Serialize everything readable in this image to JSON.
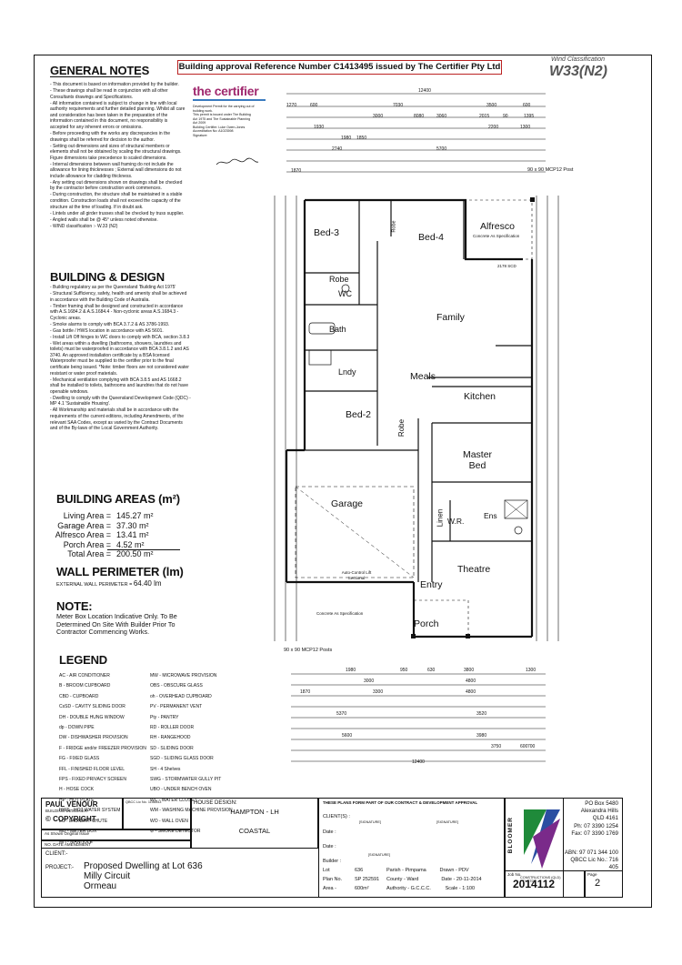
{
  "header": {
    "approval_banner": "Building approval Reference Number C1413495 issued by The Certifier Pty Ltd",
    "wind_label": "Wind Classification",
    "wind_value": "W33(N2)"
  },
  "certifier": {
    "logo": "the certifier",
    "lines": [
      "Development Permit for the carrying out of",
      "building work.",
      "This permit is issued under The Building",
      "Act 1975 and The Sustainable Planning",
      "Act 2009",
      "Building Certifier: Luke Owen-Jones",
      "Accreditation No: A1023598",
      "Signature:"
    ]
  },
  "general_notes": {
    "title": "GENERAL NOTES",
    "items": [
      "- This document is based on information provided by the builder.",
      "- These drawings shall be read in conjunction with all other Consultants drawings and Specifications.",
      "- All information contained is subject to change in line with local authority requirements and further detailed planning. Whilst all care and consideration has been taken in the preparation of the information contained in this document, no responsibility is accepted for any inherent errors or omissions.",
      "- Before proceeding with the works any discrepancies in the drawings shall be referred for decision to the author.",
      "- Setting out dimensions and sizes of structural members or elements shall not be obtained by scaling the structural drawings. Figure dimensions take precedence to scaled dimensions.",
      "- Internal dimensions between wall framing do not include the allowance for lining thicknesses ; External wall dimensions do not include allowance for cladding thickness.",
      "- Any setting out dimensions shown on drawings shall be checked by the contractor before construction work commences.",
      "- During construction, the structure shall be maintained in a stable condition. Construction loads shall not exceed the capacity of the structure at the time of loading. If in doubt ask.",
      "- Lintels under all girder trusses shall be checked by truss supplier.",
      "- Angled walls shall be @ 45° unless noted otherwise.",
      "- WIND classification :- W.33 (N2)"
    ]
  },
  "building_design": {
    "title": "BUILDING & DESIGN",
    "items": [
      "- Building regulatory as per the Queensland 'Building Act 1975'",
      "- Structural Sufficiency, safety, health and amenity shall be achieved in accordance with the Building Code of Australia.",
      "- Timber framing shall be designed and constructed in accordance with A.S.1684.2 & A.S.1684.4 - Non-cyclonic areas A.S.1684.3 - Cyclonic areas.",
      "- Smoke alarms to comply with BCA 3.7.2 & AS 3786-1993.",
      "- Gas bottle / HWS location in accordance with AS 5601.",
      "- Install Lift Off hinges to WC doors to comply with BCA, section 3.8.3",
      "- Wet areas within a dwelling (bathrooms, showers, laundries and toilets) must be waterproofed in accordance with BCA 3.8.1.2 and AS 3740. An approved installation certificate by a BSA licensed Waterproofer must be supplied to the certifier prior to the final certificate being issued. *Note: timber floors are not considered water resistant or water proof materials.",
      "- Mechanical ventilation complying with BCA 3.8.5 and AS 1668.2 shall be installed to toilets, bathrooms and laundries that do not have openable windows.",
      "- Dwelling to comply with the Queensland Development Code (QDC) - MP 4.1 'Sustainable Housing'.",
      "- All Workmanship and materials shall be in accordance with the requirements of the current editions, including Amendments, of the relevant SAA Codes, except as varied by the Contract Documents and of the By-laws of the Local Government Authority."
    ]
  },
  "building_areas": {
    "title": "BUILDING AREAS (m²)",
    "rows": [
      {
        "label": "Living Area =",
        "value": "145.27 m²"
      },
      {
        "label": "Garage Area =",
        "value": "37.30 m²"
      },
      {
        "label": "Alfresco Area =",
        "value": "13.41 m²"
      },
      {
        "label": "Porch Area =",
        "value": "4.52 m²"
      }
    ],
    "total_label": "Total Area =",
    "total_value": "200.50 m²"
  },
  "wall_perimeter": {
    "title": "WALL PERIMETER (lm)",
    "label": "EXTERNAL WALL PERIMETER =",
    "value": "64.40 lm"
  },
  "note": {
    "title": "NOTE:",
    "text": "Meter Box Location Indicative Only. To Be Determined On Site With Builder Prior To Contractor Commencing Works."
  },
  "legend": {
    "title": "LEGEND",
    "col1": [
      "AC - AIR CONDITIONER",
      "B - BROOM CUPBOARD",
      "CBD - CUPBOARD",
      "CsSD - CAVITY SLIDING DOOR",
      "DH - DOUBLE HUNG WINDOW",
      "dp - DOWN PIPE",
      "DW - DISHWASHER PROVISION",
      "F - FRIDGE and/or FREEZER PROVISION",
      "FG - FIXED GLASS",
      "FFL - FINISHED FLOOR LEVEL",
      "FPS - FIXED PRIVACY SCREEN",
      "H - HOSE COCK",
      "HP - HOT PLATE",
      "HWS - HOT WATER SYSTEM",
      "LC - LAUNDRY CHUTE",
      "MB - METER BOX",
      "MH - MANHOLE"
    ],
    "col2": [
      "MW - MICROWAVE PROVISION",
      "OBS - OBSCURE GLASS",
      "oh - OVERHEAD CUPBOARD",
      "PV - PERMANENT VENT",
      "Pty - PANTRY",
      "RD - ROLLER DOOR",
      "RH - RANGEHOOD",
      "SD - SLIDING DOOR",
      "SGD - SLIDING GLASS DOOR",
      "SH - 4 Shelves",
      "SWG - STORMWATER GULLY PIT",
      "UBO - UNDER BENCH OVEN",
      "WC - WATER CLOSET",
      "WM - WASHING MACHINE PROVISION",
      "WO - WALL OVEN",
      "⊘ - SMOKE DETECTOR"
    ]
  },
  "plan": {
    "rooms": {
      "bed3": "Bed-3",
      "bed4": "Bed-4",
      "robe_a": "Robe",
      "robe_b": "Robe",
      "robe_c": "Robe",
      "wc": "WC",
      "bath": "Bath",
      "lndy": "Lndy",
      "family": "Family",
      "meals": "Meals",
      "kitchen": "Kitchen",
      "bed2": "Bed-2",
      "master": "Master Bed",
      "garage": "Garage",
      "linen": "Linen",
      "wr": "W.R.",
      "ens": "Ens",
      "theatre": "Theatre",
      "entry": "Entry",
      "porch": "Porch",
      "alfresco": "Alfresco",
      "alfresco_note": "Concrete As Specification",
      "garage_note": "Concrete As Specification",
      "auto_control": "Auto-Control Lift Sectional",
      "post_top": "90 x 90 MCP12 Post",
      "post_bottom": "90 x 90 MCP12 Posts",
      "sd": "2178 SCD"
    },
    "top_dims": [
      "12400",
      "1270",
      "600",
      "7030",
      "3500",
      "600",
      "3000",
      "8080",
      "3060",
      "2015",
      "90",
      "1395",
      "1930",
      "2200",
      "1300",
      "1980",
      "1850",
      "5700",
      "2740",
      "1870"
    ],
    "bottom_dims": [
      "1980",
      "950",
      "630",
      "3800",
      "1300",
      "3000",
      "4800",
      "1870",
      "3300",
      "4800",
      "5370",
      "3520",
      "5600",
      "3980",
      "3750",
      "600",
      "700",
      "12400"
    ]
  },
  "title_block": {
    "designer": "PAUL VENOUR",
    "designer_sub": "BUILDING DESIGNER",
    "copyright": "© COPYRIGHT",
    "qbcc": "QBCC Lic No. 1156543",
    "revision": "As Shown  Original Issue",
    "rev_head": "NO.  DATE  AMENDMENT",
    "house_design_label": "HOUSE DESIGN:",
    "house_design": "HAMPTON - LH",
    "facade": "COASTAL",
    "client_label": "CLIENT:-",
    "project_label": "PROJECT:-",
    "project": "Proposed Dwelling at Lot  636",
    "street": "Milly Circuit",
    "suburb": "Ormeau",
    "contract_head": "THESE PLANS FORM PART OF OUR CONTRACT & DEVELOPMENT APPROVAL",
    "client_s": "CLIENT(S) :",
    "signature": "[SIGNATURE]",
    "date_label": "Date :",
    "builder_label": "Builder :",
    "lot_label": "Lot",
    "lot": "636",
    "parish_label": "Parish -",
    "parish": "Pimpama",
    "drawn_label": "Drawn -",
    "drawn": "PDV",
    "plan_label": "Plan No.",
    "plan_no": "SP 252591",
    "county_label": "County -",
    "county": "Ward",
    "date2_label": "Date -",
    "date2": "20-11-2014",
    "area_label": "Area -",
    "area": "600m²",
    "authority_label": "Authority -",
    "authority": "G.C.C.C.",
    "scale_label": "Scale -",
    "scale": "1:100",
    "job_label": "Job No.",
    "job_no": "2014112",
    "page_label": "Page",
    "page": "2",
    "company": "BLOOMER",
    "company_sub": "CONSTRUCTIONS (QLD) PTY LTD",
    "address": [
      "PO Box 5480",
      "Alexandra Hills",
      "QLD 4161",
      "Ph: 07 3390 1254",
      "Fax: 07 3390 1769"
    ],
    "abn": "ABN: 97 071 344 100",
    "qbcc2": "QBCC Lic No.: 716 405",
    "brand_colors": [
      "#1f8a3a",
      "#2b4ea2",
      "#7a2a8a",
      "#e0a100"
    ]
  }
}
